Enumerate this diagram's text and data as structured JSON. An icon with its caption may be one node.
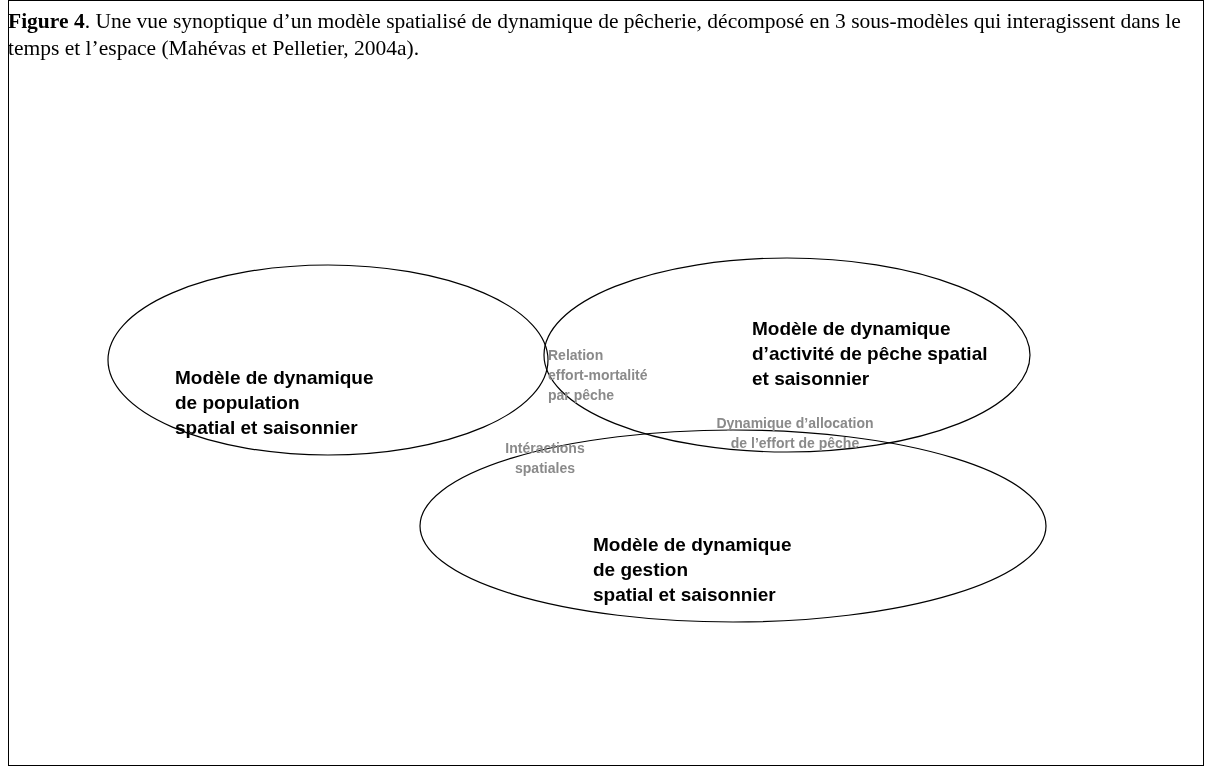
{
  "diagram": {
    "title": "**Figure 4**. Une vue synoptique d’un modèle spatialisé de dynamique de pêcherie, décomposé en 3 sous-modèles qui interagissent dans le temps et l’espace (Mahévas et Pelletier, 2004a).",
    "nodes": [
      {
        "text": [
          "Modèle de dynamique de population spatial et saisonnier"
        ]
      },
      {
        "text": [
          "Modèle de dynamique d’activité de pêche spatial et saisonnier"
        ]
      },
      {
        "text": [
          "Modèle de dynamique de gestion spatial et saisonnier"
        ]
      }
    ],
    "edges": [],
    "labels": [
      "Relation effort-mortalité par pêche",
      "Dynamique d’allocation de l’effort de pêche",
      "Intéractions spatiales"
    ]
  }
}
